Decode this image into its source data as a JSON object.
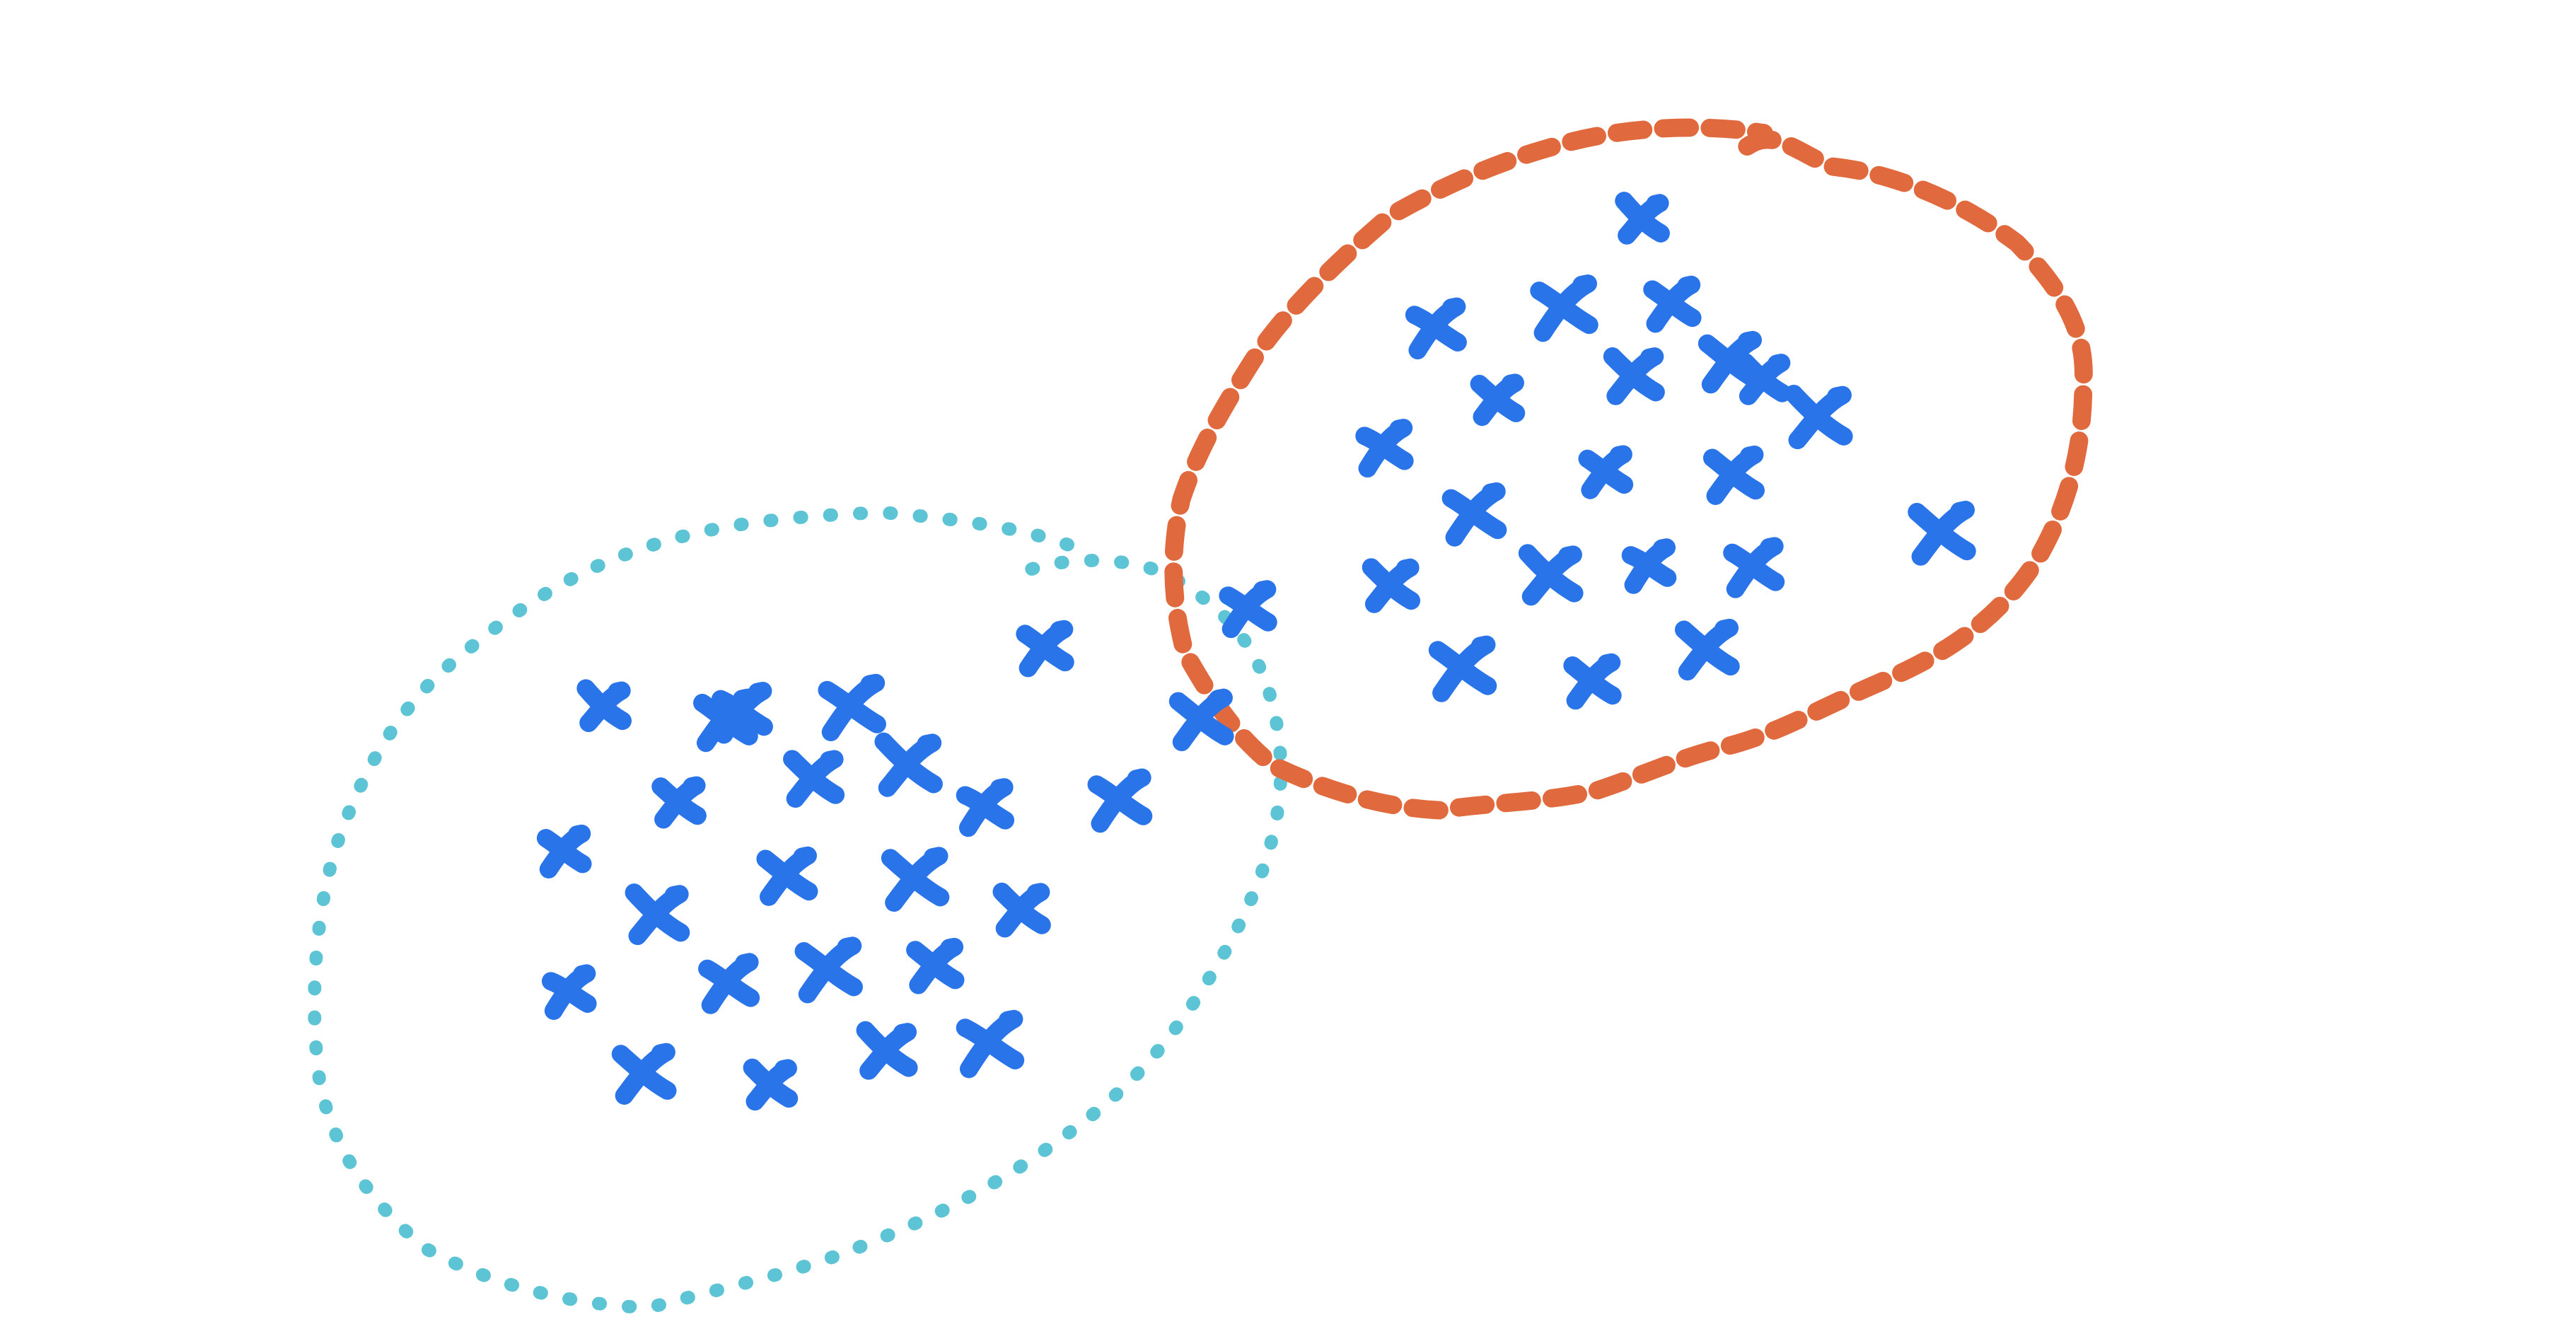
{
  "colors": {
    "background": "#ffffff",
    "marker": "#2a74ea",
    "cluster_a_boundary": "#5cc4d4",
    "cluster_b_boundary": "#e06a3e"
  },
  "clusters": [
    {
      "id": "cluster-a",
      "boundary_style": "dotted",
      "boundary_color": "#5cc4d4",
      "points": 25
    },
    {
      "id": "cluster-b",
      "boundary_style": "dashed",
      "boundary_color": "#e06a3e",
      "points": 21
    }
  ],
  "marker_symbol": "x"
}
